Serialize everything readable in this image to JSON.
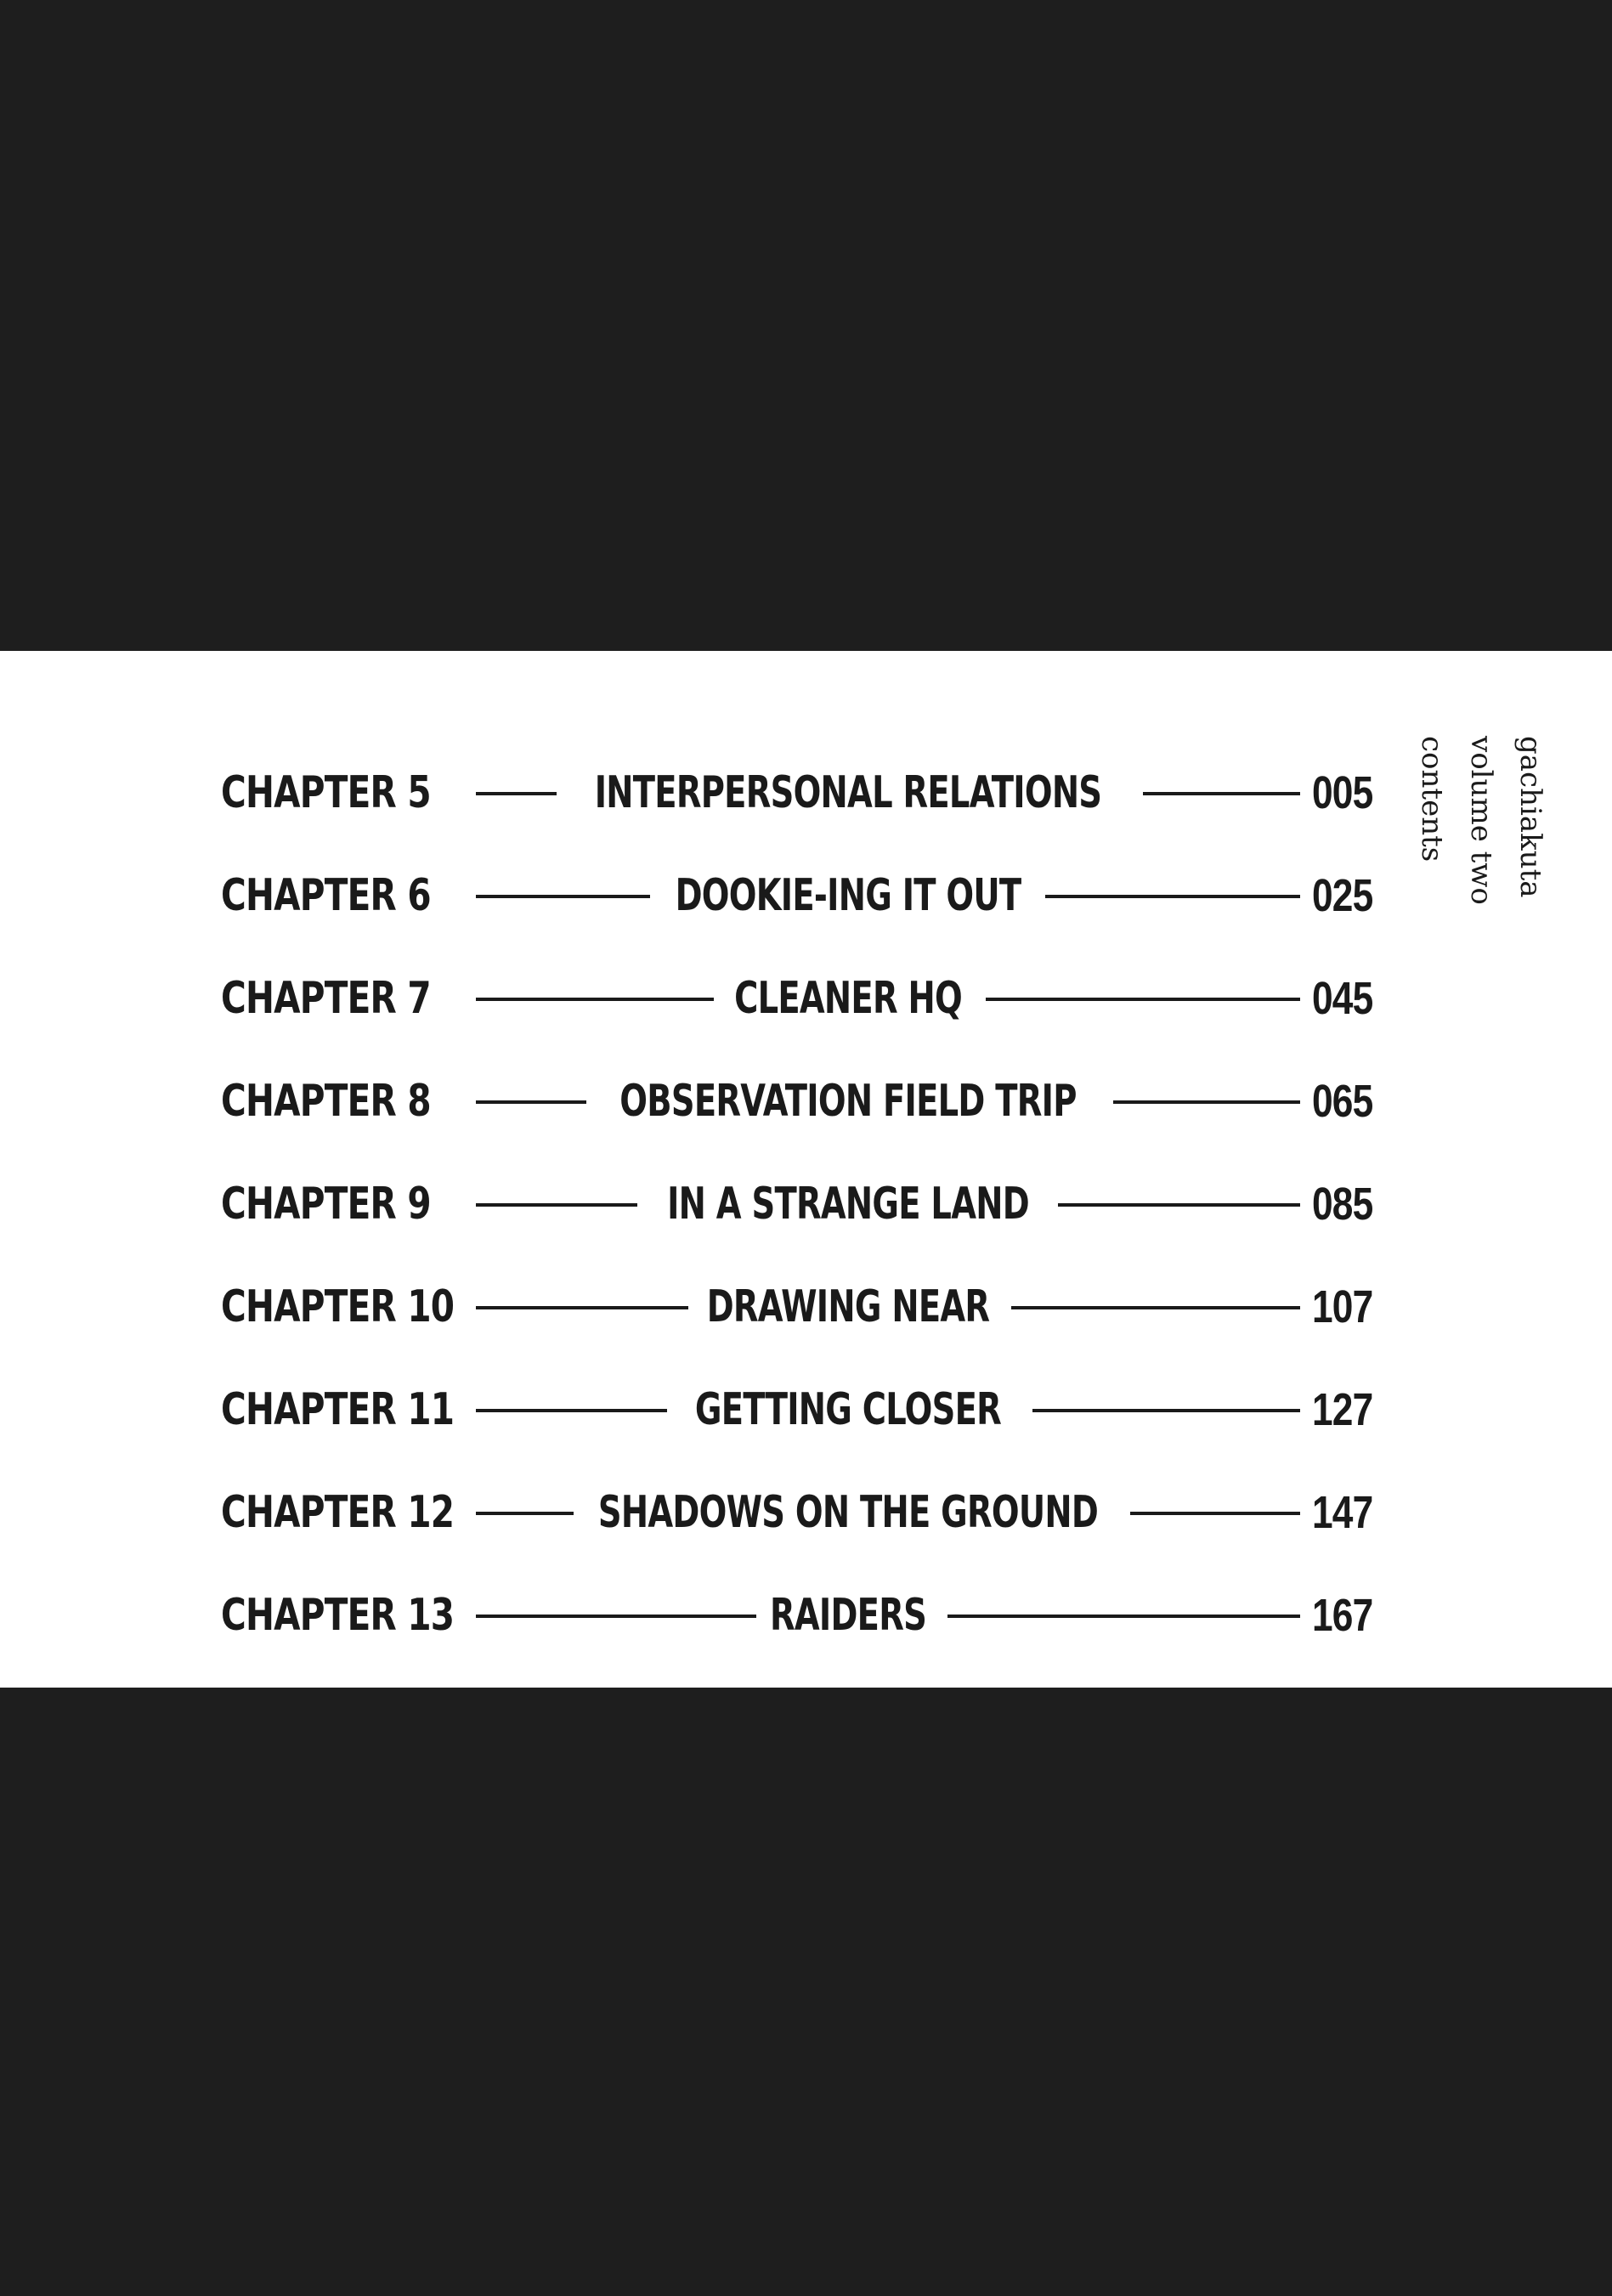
{
  "caption": {
    "series": "gachiakuta",
    "volume": "volume two",
    "label": "contents"
  },
  "toc": [
    {
      "chapter": "CHAPTER 5",
      "title": "INTERPERSONAL RELATIONS",
      "page": "005"
    },
    {
      "chapter": "CHAPTER 6",
      "title": "DOOKIE-ING IT OUT",
      "page": "025"
    },
    {
      "chapter": "CHAPTER 7",
      "title": "CLEANER HQ",
      "page": "045"
    },
    {
      "chapter": "CHAPTER 8",
      "title": "OBSERVATION FIELD TRIP",
      "page": "065"
    },
    {
      "chapter": "CHAPTER 9",
      "title": "IN A STRANGE LAND",
      "page": "085"
    },
    {
      "chapter": "CHAPTER 10",
      "title": "DRAWING NEAR",
      "page": "107"
    },
    {
      "chapter": "CHAPTER 11",
      "title": "GETTING CLOSER",
      "page": "127"
    },
    {
      "chapter": "CHAPTER 12",
      "title": "SHADOWS ON THE GROUND",
      "page": "147"
    },
    {
      "chapter": "CHAPTER 13",
      "title": "RAIDERS",
      "page": "167"
    }
  ],
  "colors": {
    "band": "#1e1e1e",
    "panel": "#ffffff",
    "ink": "#1a1a1a"
  }
}
